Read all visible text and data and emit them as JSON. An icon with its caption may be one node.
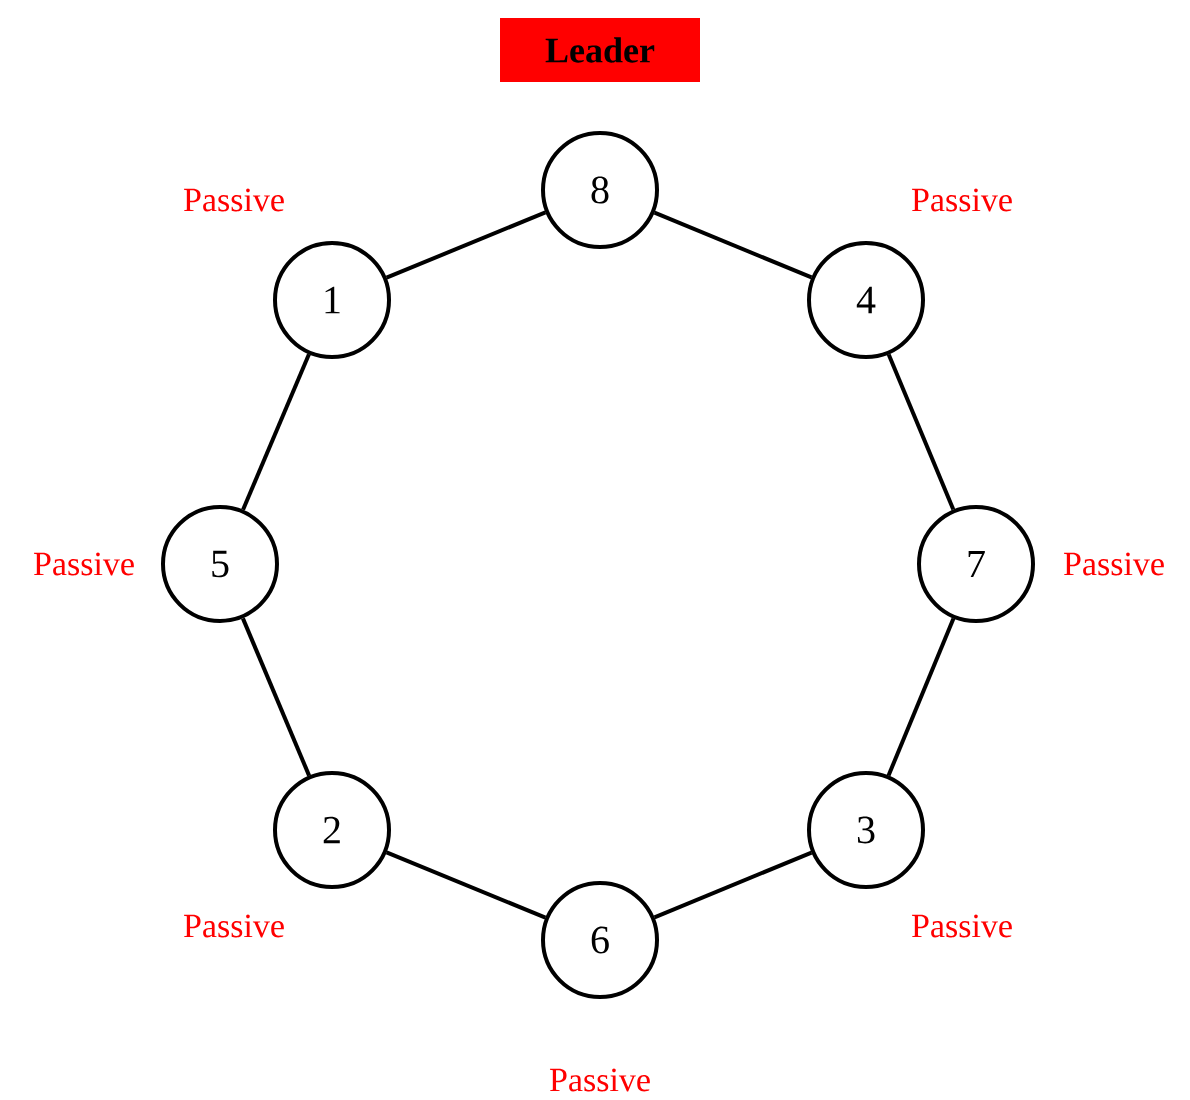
{
  "diagram": {
    "nodes": [
      {
        "text": [
          "8"
        ],
        "beside": [
          "Leader"
        ]
      },
      {
        "text": [
          "1"
        ],
        "beside": [
          "Passive"
        ]
      },
      {
        "text": [
          "4"
        ],
        "beside": [
          "Passive"
        ]
      },
      {
        "text": [
          "5"
        ],
        "beside": [
          "Passive"
        ]
      },
      {
        "text": [
          "7"
        ],
        "beside": [
          "Passive"
        ]
      },
      {
        "text": [
          "2"
        ],
        "beside": [
          "Passive"
        ]
      },
      {
        "text": [
          "3"
        ],
        "beside": [
          "Passive"
        ]
      },
      {
        "text": [
          "6"
        ],
        "beside": [
          "Passive"
        ]
      }
    ],
    "edges": [
      {
        "from": 0,
        "to": 1,
        "arrow": "none"
      },
      {
        "from": 1,
        "to": 3,
        "arrow": "none"
      },
      {
        "from": 3,
        "to": 5,
        "arrow": "none"
      },
      {
        "from": 5,
        "to": 7,
        "arrow": "none"
      },
      {
        "from": 7,
        "to": 6,
        "arrow": "none"
      },
      {
        "from": 6,
        "to": 4,
        "arrow": "none"
      },
      {
        "from": 4,
        "to": 2,
        "arrow": "none"
      },
      {
        "from": 2,
        "to": 0,
        "arrow": "none"
      }
    ]
  }
}
